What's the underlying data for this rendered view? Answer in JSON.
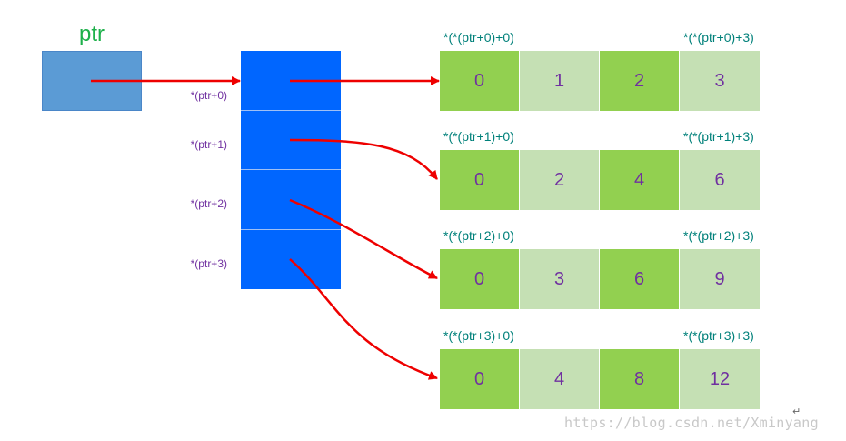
{
  "pointer": {
    "label": "ptr",
    "label_color": "#1db04a",
    "box_color": "#5b9bd5"
  },
  "pointer_array": {
    "color": "#0066ff",
    "label_color": "#7030a0",
    "slots": [
      {
        "label": "*(ptr+0)"
      },
      {
        "label": "*(ptr+1)"
      },
      {
        "label": "*(ptr+2)"
      },
      {
        "label": "*(ptr+3)"
      }
    ]
  },
  "rows": [
    {
      "start_label": "*(*(ptr+0)+0)",
      "end_label": "*(*(ptr+0)+3)",
      "values": [
        "0",
        "1",
        "2",
        "3"
      ]
    },
    {
      "start_label": "*(*(ptr+1)+0)",
      "end_label": "*(*(ptr+1)+3)",
      "values": [
        "0",
        "2",
        "4",
        "6"
      ]
    },
    {
      "start_label": "*(*(ptr+2)+0)",
      "end_label": "*(*(ptr+2)+3)",
      "values": [
        "0",
        "3",
        "6",
        "9"
      ]
    },
    {
      "start_label": "*(*(ptr+3)+0)",
      "end_label": "*(*(ptr+3)+3)",
      "values": [
        "0",
        "4",
        "8",
        "12"
      ]
    }
  ],
  "colors": {
    "cell_dark": "#92d050",
    "cell_light": "#c5e0b4",
    "cell_text": "#7030a0",
    "row_label": "#00807a",
    "arrow": "#ee0000",
    "watermark": "#c8c8c8"
  },
  "watermark": "https://blog.csdn.net/Xminyang",
  "return_mark": "↵"
}
